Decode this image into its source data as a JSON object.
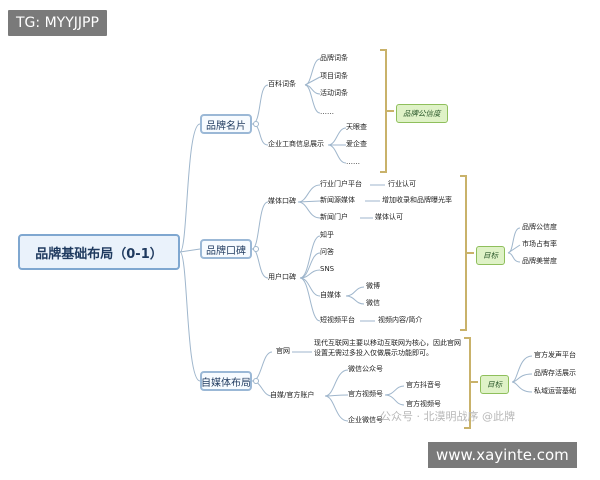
{
  "watermark_tag": "TG: MYYJJPP",
  "watermark_text": "公众号 · 北漠明战序 @此牌",
  "watermark_url": "www.xayinte.com",
  "colors": {
    "box_border": "#9bb8d6",
    "line": "#9fb6cc",
    "goal_fill": "#dff2c7",
    "bracket": "#c9b26a"
  },
  "root": "品牌基础布局（0-1）",
  "b1": {
    "title": "品牌名片",
    "baike": "百科词条",
    "baike_items": [
      "品牌词条",
      "项目词条",
      "活动词条",
      "……"
    ],
    "biz": "企业工商信息展示",
    "biz_items": [
      "天眼查",
      "爱企查",
      "……"
    ],
    "goal": "品牌公信度"
  },
  "b2": {
    "title": "品牌口碑",
    "media": "媒体口碑",
    "portal": "行业门户平台",
    "portal_result": "行业认可",
    "news": "新闻源媒体",
    "news_result": "增加收录和品牌曝光率",
    "newsportal": "新闻门户",
    "newsportal_result": "媒体认可",
    "user": "用户口碑",
    "user_items": [
      "知乎",
      "问答",
      "SNS"
    ],
    "selfmedia": "自媒体",
    "selfmedia_items": [
      "微博",
      "微信"
    ],
    "shortvideo": "短视频平台",
    "shortvideo_result": "视频内容/简介",
    "goal": "目标",
    "goal_items": [
      "品牌公信度",
      "市场占有率",
      "品牌美誉度"
    ]
  },
  "b3": {
    "title": "自媒体布局",
    "official": "官网",
    "official_desc_1": "现代互联网主要以移动互联网为核心，因此官网",
    "official_desc_2": "设置无需过多投入仅做展示功能即可。",
    "account": "自媒/官方账户",
    "wechat": "微信公众号",
    "video": "官方视频号",
    "douyin": "官方抖音号",
    "video2": "官方视频号",
    "wework": "企业微信号",
    "goal": "目标",
    "goal_items": [
      "官方发声平台",
      "品牌存活展示",
      "私域运营基础"
    ]
  }
}
